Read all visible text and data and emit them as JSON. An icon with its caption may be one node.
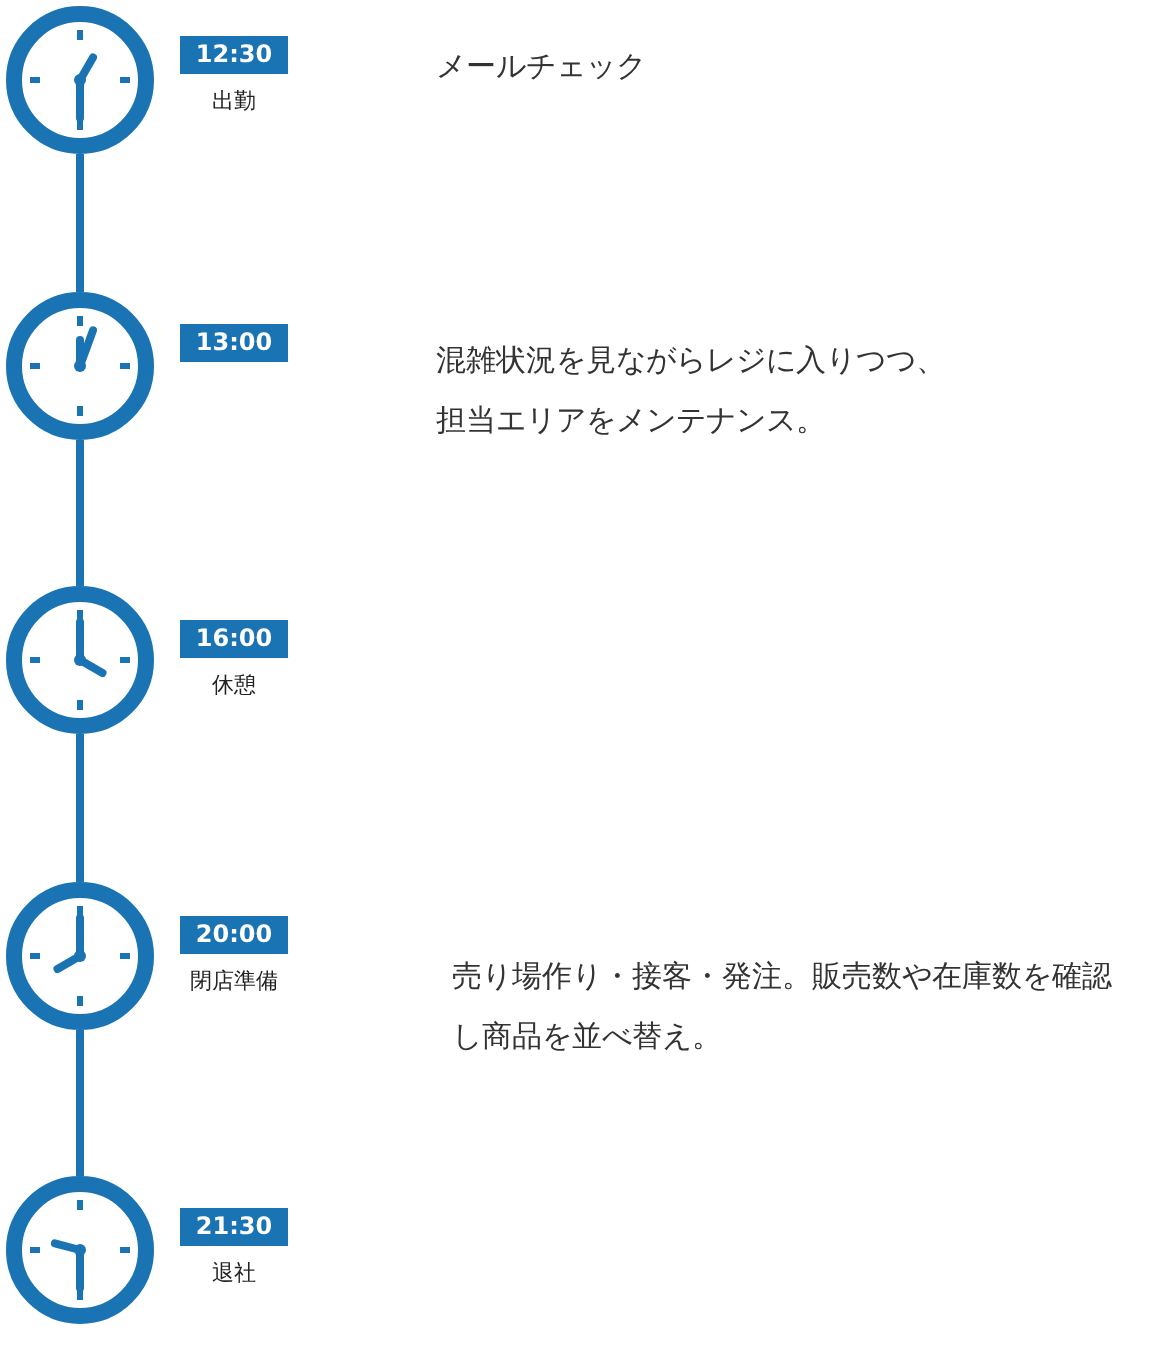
{
  "diagram": {
    "nodes": [
      {
        "text": [],
        "shape": "circle"
      },
      {
        "text": [
          "12:30"
        ],
        "beside": [
          "出勤"
        ]
      },
      {
        "text": [],
        "shape": "circle"
      },
      {
        "text": [
          "13:00"
        ]
      },
      {
        "text": [],
        "shape": "circle"
      },
      {
        "text": [
          "16:00"
        ],
        "beside": [
          "休憩"
        ]
      },
      {
        "text": [],
        "shape": "circle"
      },
      {
        "text": [
          "20:00"
        ],
        "beside": [
          "閉店準備"
        ]
      },
      {
        "text": [],
        "shape": "circle"
      },
      {
        "text": [
          "21:30"
        ],
        "beside": [
          "退社"
        ]
      }
    ],
    "edges": [
      {
        "from": 0,
        "to": 2,
        "arrow": "none"
      },
      {
        "from": 2,
        "to": 4,
        "arrow": "none"
      },
      {
        "from": 4,
        "to": 6,
        "arrow": "none"
      },
      {
        "from": 6,
        "to": 8,
        "arrow": "none"
      }
    ],
    "labels": [
      "メールチェック",
      "混雑状況を見ながらレジに入りつつ、担当エリアをメンテナンス。",
      "売り場作り・接客・発注。販売数や在庫数を確認し商品を並べ替え。"
    ]
  }
}
